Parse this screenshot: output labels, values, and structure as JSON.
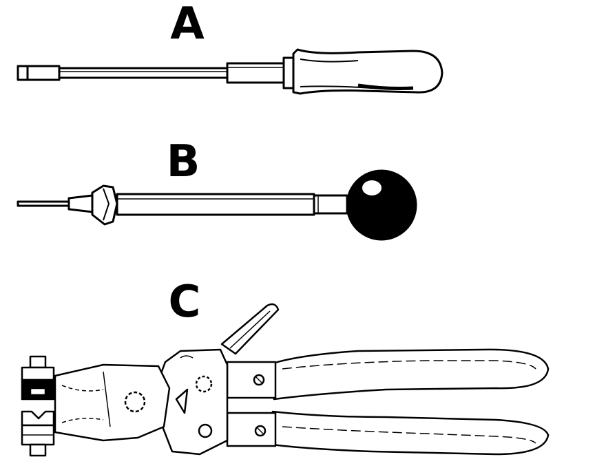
{
  "figure": {
    "labels": {
      "a": "A",
      "b": "B",
      "c": "C"
    },
    "colors": {
      "ink": "#000000",
      "paper": "#ffffff"
    },
    "tools": {
      "a": "nut-driver-icon",
      "b": "ball-handle-tool-icon",
      "c": "hose-clamp-pliers-icon"
    }
  }
}
